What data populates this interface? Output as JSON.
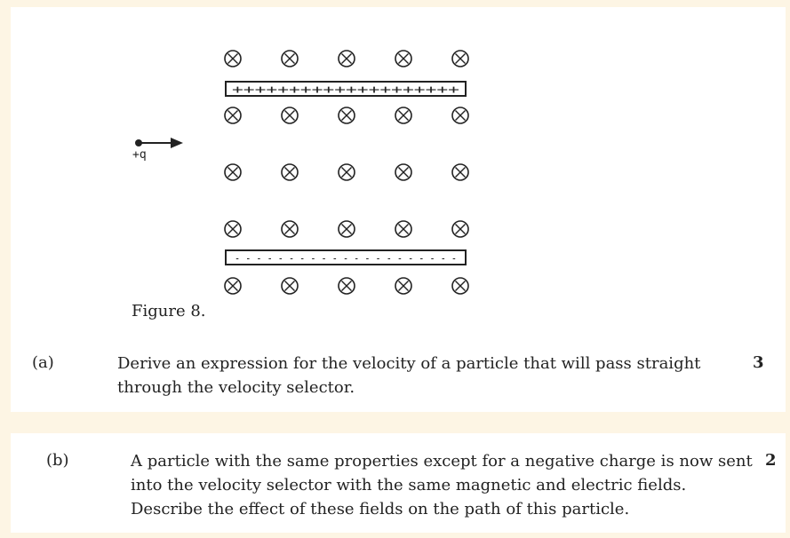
{
  "figure": {
    "charge_label": "+q",
    "top_plate_text": "++++++++++++++++++++",
    "bottom_plate_text": "- - - - - - - - - - - - - - - - - - - - -",
    "caption": "Figure 8.",
    "field_symbol_rows": 5,
    "field_symbol_cols": 5
  },
  "questions": [
    {
      "label": "(a)",
      "lines": [
        "Derive an expression for the velocity of a particle that will pass straight",
        "through the velocity selector."
      ],
      "marks": "3"
    },
    {
      "label": "(b)",
      "lines": [
        "A particle with the same properties except for a negative charge is now sent",
        "into the velocity selector with the same magnetic and electric fields.",
        "Describe the effect of these fields on the path of this particle."
      ],
      "marks": "2"
    }
  ]
}
